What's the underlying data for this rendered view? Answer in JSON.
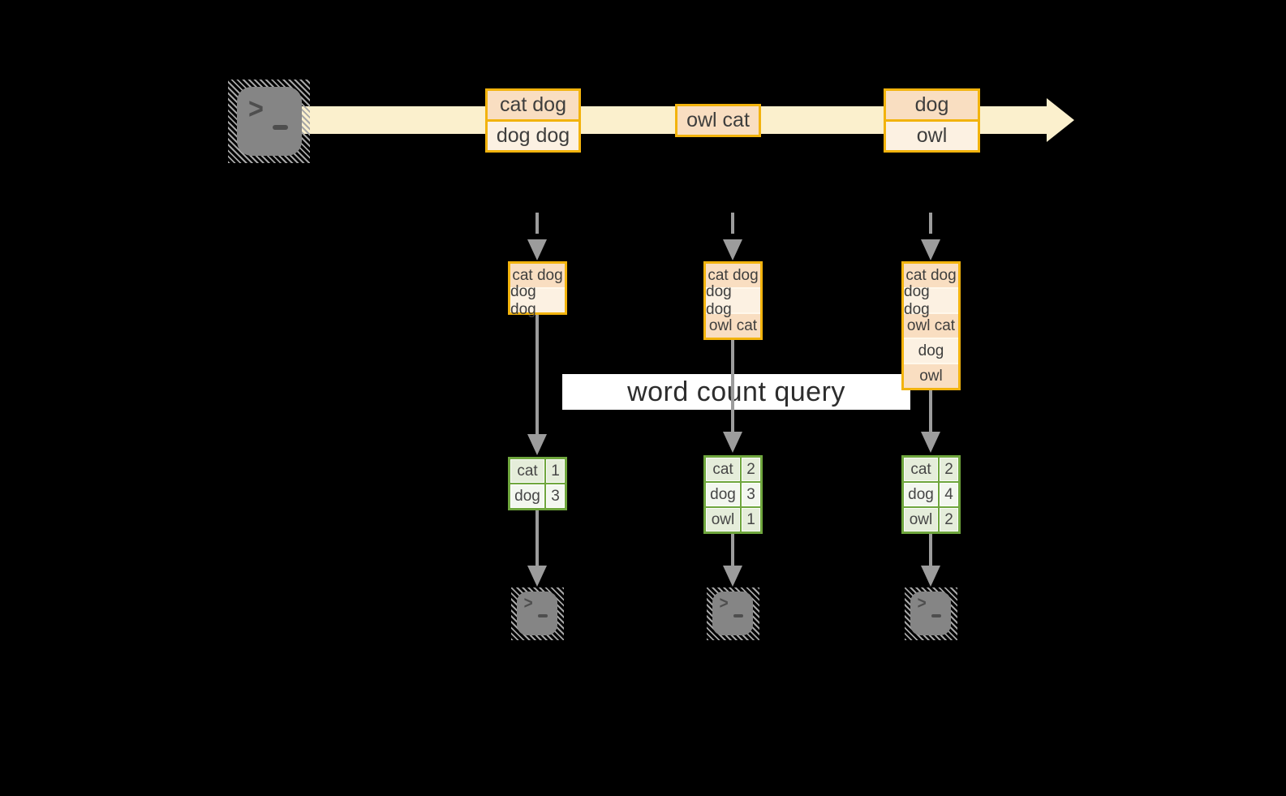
{
  "colors": {
    "background": "#000000",
    "stream_band": "#FBF0CD",
    "event_border": "#F2B30D",
    "event_row_dark": "#F9DEC1",
    "event_row_light": "#FCF1E2",
    "table_border": "#6FA63D",
    "table_row_dark": "#E5EDDA",
    "table_row_light": "#F3F7EF",
    "arrow_gray": "#9C9C9C",
    "query_background": "#FFFFFF"
  },
  "source": {
    "icon": "terminal-icon"
  },
  "stream_events": [
    {
      "lines": [
        "cat dog",
        "dog dog"
      ]
    },
    {
      "lines": [
        "owl cat"
      ]
    },
    {
      "lines": [
        "dog",
        "owl"
      ]
    }
  ],
  "query": {
    "label": "word count query"
  },
  "columns": [
    {
      "buffer": [
        "cat dog",
        "dog dog"
      ],
      "counts": [
        {
          "word": "cat",
          "count": "1"
        },
        {
          "word": "dog",
          "count": "3"
        }
      ]
    },
    {
      "buffer": [
        "cat dog",
        "dog dog",
        "owl cat"
      ],
      "counts": [
        {
          "word": "cat",
          "count": "2"
        },
        {
          "word": "dog",
          "count": "3"
        },
        {
          "word": "owl",
          "count": "1"
        }
      ]
    },
    {
      "buffer": [
        "cat dog",
        "dog dog",
        "owl cat",
        "dog",
        "owl"
      ],
      "counts": [
        {
          "word": "cat",
          "count": "2"
        },
        {
          "word": "dog",
          "count": "4"
        },
        {
          "word": "owl",
          "count": "2"
        }
      ]
    }
  ]
}
